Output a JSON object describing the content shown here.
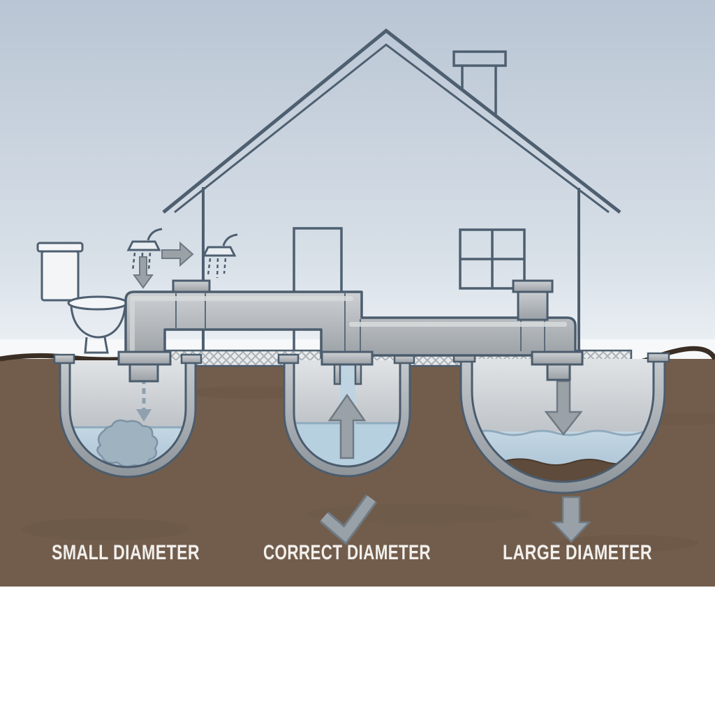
{
  "labels": {
    "small": "SMALL DIAMETER",
    "correct": "CORRECT DIAMETER",
    "large": "LARGE DIAMETER"
  },
  "colors": {
    "sky_top": "#b9c5d4",
    "sky_bottom": "#eef2f6",
    "soil": "#725d4c",
    "soil_edge": "#3a2e25",
    "pipe": "#b7bbbf",
    "outline": "#4b5c6d",
    "water": "#b7d0e0",
    "arrow": "#99a1a8",
    "label_text": "#f2f0ed",
    "bottom_band": "#ffffff"
  },
  "icons": {
    "toilet": "toilet-icon",
    "shower": "shower-icon",
    "down_arrow": "down-arrow-icon",
    "right_arrow": "right-arrow-icon",
    "up_arrow": "up-arrow-icon",
    "checkmark": "checkmark-icon",
    "drip": "drip-icon"
  }
}
